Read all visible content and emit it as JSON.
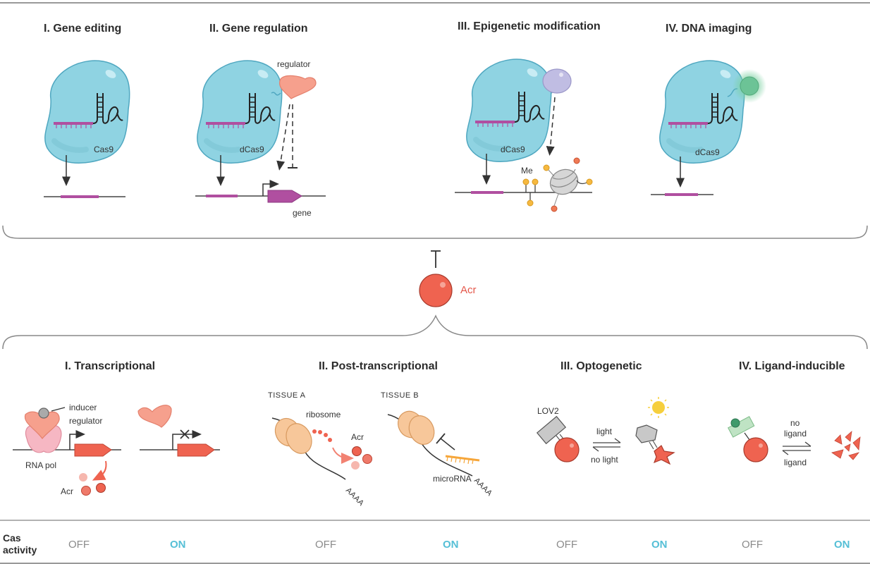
{
  "top_panels": [
    {
      "title": "I. Gene editing",
      "protein_label": "Cas9"
    },
    {
      "title": "II. Gene regulation",
      "protein_label": "dCas9",
      "regulator_label": "regulator",
      "gene_label": "gene"
    },
    {
      "title": "III. Epigenetic modification",
      "protein_label": "dCas9",
      "methyl_label": "Me"
    },
    {
      "title": "IV. DNA imaging",
      "protein_label": "dCas9"
    }
  ],
  "center": {
    "acr_label": "Acr"
  },
  "bottom_panels": [
    {
      "title": "I. Transcriptional",
      "inducer_label": "inducer",
      "regulator_label": "regulator",
      "rnapol_label": "RNA pol",
      "acr_label": "Acr"
    },
    {
      "title": "II. Post-transcriptional",
      "tissue_a": "TISSUE A",
      "tissue_b": "TISSUE B",
      "ribosome_label": "ribosome",
      "acr_label": "Acr",
      "microrna_label": "microRNA",
      "polya_label": "AAAA"
    },
    {
      "title": "III. Optogenetic",
      "lov2_label": "LOV2",
      "forward_label": "light",
      "reverse_label": "no light"
    },
    {
      "title": "IV. Ligand-inducible",
      "forward_label_1": "no",
      "forward_label_2": "ligand",
      "reverse_label": "ligand"
    }
  ],
  "activity_row": {
    "label_line1": "Cas",
    "label_line2": "activity",
    "states": [
      "OFF",
      "ON",
      "OFF",
      "ON",
      "OFF",
      "ON",
      "OFF",
      "ON"
    ]
  },
  "colors": {
    "cas9": "#8fd3e2",
    "guide": "#b04fa0",
    "acr": "#ef6350",
    "regulator": "#f6a08d",
    "on": "#55bfd6",
    "off": "#8a8a8a"
  }
}
